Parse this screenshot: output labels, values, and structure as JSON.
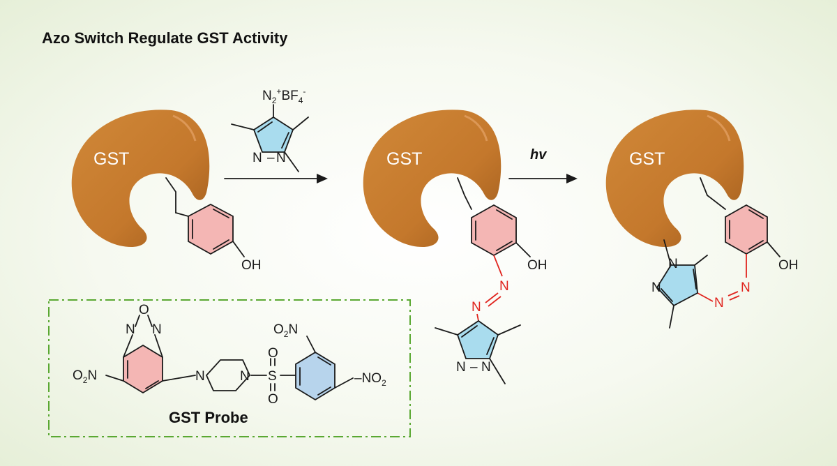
{
  "title": "Azo Switch Regulate GST Activity",
  "enzyme_label": "GST",
  "reagent": {
    "cation": "N",
    "cation_sub": "2",
    "cation_sup": "+",
    "anion": "BF",
    "anion_sub": "4",
    "anion_sup": "-",
    "ring_atom_a": "N",
    "ring_atom_b": "N"
  },
  "light_label": "hv",
  "hydroxyl": "OH",
  "azo_atom": "N",
  "pyrazole_atom": "N",
  "probe": {
    "label": "GST Probe",
    "oxadiazole_o": "O",
    "oxadiazole_n": "N",
    "nitro_left": "O2N",
    "nitro_left_o": "O",
    "nitro_left_sub": "2",
    "nitro_left_n": "N",
    "piperazine_n": "N",
    "sulfonyl_s": "S",
    "sulfonyl_o": "O",
    "nitro_top_o": "O",
    "nitro_top_sub": "2",
    "nitro_top_n": "N",
    "nitro_right_n": "NO",
    "nitro_right_sub": "2"
  },
  "colors": {
    "enzyme": "#c4782c",
    "enzyme_shadow": "#a65f1e",
    "ring_red": "#f4b6b4",
    "ring_blue": "#a9dcee",
    "azo": "#e0241e",
    "box_dash": "#5aa832"
  }
}
